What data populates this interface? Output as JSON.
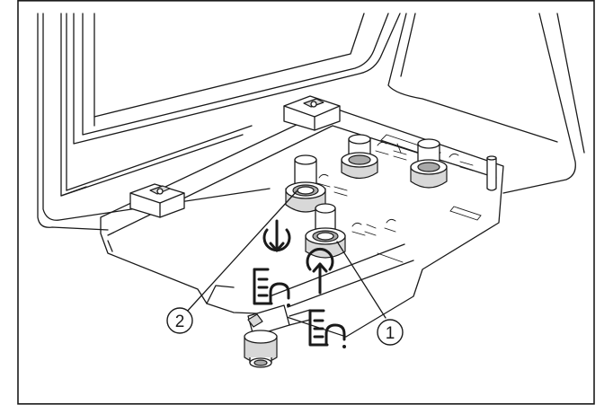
{
  "callouts": [
    {
      "id": "1",
      "label": "1"
    },
    {
      "id": "2",
      "label": "2"
    }
  ],
  "icons": {
    "inlet": "cold-water-inlet-icon",
    "outlet": "hot-water-outlet-icon"
  },
  "colors": {
    "line": "#1a1a1a",
    "background": "#ffffff",
    "shade": "#d8d8d8"
  }
}
